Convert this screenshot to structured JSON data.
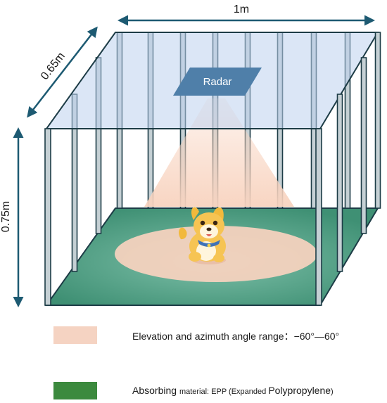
{
  "dimensions": {
    "width": "1m",
    "depth": "0.65m",
    "height": "0.75m"
  },
  "radar": {
    "label": "Radar"
  },
  "legend": [
    {
      "color": "#f5d3c2",
      "parts": [
        {
          "text": "Elevation and azimuth angle range：−60°—60°",
          "size": "large"
        }
      ]
    },
    {
      "color": "#3c8a3e",
      "parts": [
        {
          "text": "Absorbing ",
          "size": "large"
        },
        {
          "text": "material: EPP (Expanded ",
          "size": "small"
        },
        {
          "text": "Polypropylene",
          "size": "large"
        },
        {
          "text": ")",
          "size": "small"
        }
      ]
    }
  ],
  "colors": {
    "frame": "#1d3c46",
    "pillar_fill": "#c5d0d4",
    "roof": "#bdd1ee",
    "floor": "#3f9074",
    "floor_glow": "#7ec0a9",
    "beam": "#f8d3bf",
    "dimension_arrow": "#1d5a72",
    "radar_fill": "#4f7fa9"
  },
  "icons": {
    "subject": "puppy-icon"
  }
}
